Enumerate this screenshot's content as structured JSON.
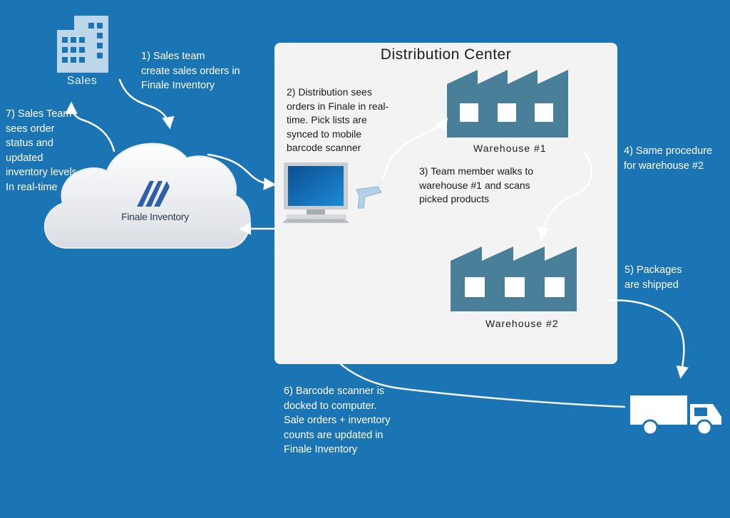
{
  "panel": {
    "title": "Distribution Center"
  },
  "sales": {
    "label": "Sales",
    "icon": "office-building-icon"
  },
  "cloud": {
    "label": "Finale Inventory",
    "icon": "finale-logo-icon"
  },
  "warehouses": [
    {
      "label": "Warehouse #1",
      "icon": "warehouse-icon"
    },
    {
      "label": "Warehouse #2",
      "icon": "warehouse-icon"
    }
  ],
  "devices": {
    "computer_icon": "desktop-computer-icon",
    "scanner_icon": "barcode-scanner-icon",
    "truck_icon": "delivery-truck-icon"
  },
  "steps": {
    "s1": "1) Sales team\ncreate sales orders in\nFinale Inventory",
    "s2": "2) Distribution sees\norders in Finale in real-\ntime.   Pick lists are\nsynced to mobile\nbarcode scanner",
    "s3": "3)  Team member walks to\nwarehouse #1 and scans\npicked products",
    "s4": "4)  Same procedure\nfor warehouse #2",
    "s5": "5) Packages\nare shipped",
    "s6": "6)  Barcode scanner is\ndocked to computer.\nSale orders + inventory\ncounts are updated in\nFinale Inventory",
    "s7": "7) Sales Team\nsees order\nstatus and\nupdated\ninventory levels\nIn real-time"
  },
  "colors": {
    "background": "#1b74b3",
    "panel": "#f3f3f3",
    "warehouse": "#4a7f99",
    "icon_light": "#bcd7ea",
    "text_light": "#ffffff",
    "text_dark": "#1a1a1a"
  }
}
